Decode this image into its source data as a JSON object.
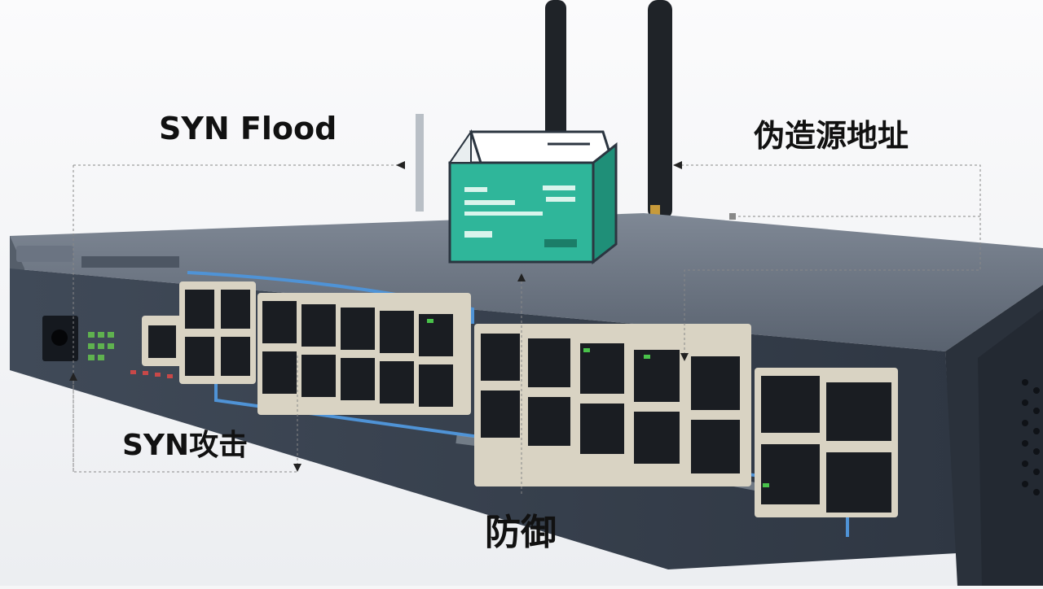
{
  "diagram": {
    "labels": {
      "syn_flood": "SYN Flood",
      "spoofed_source": "伪造源地址",
      "syn_attack": "SYN攻击",
      "defense": "防御"
    }
  },
  "colors": {
    "background": "#f5f6f7",
    "device_body": "#3c4654",
    "port_frame": "#d9d3c3",
    "accent_blue": "#4f93d6",
    "icon_teal": "#2fb69a",
    "text": "#111111",
    "connector": "#888888"
  },
  "icons": [
    "network-switch",
    "packet-box-icon",
    "antenna"
  ]
}
